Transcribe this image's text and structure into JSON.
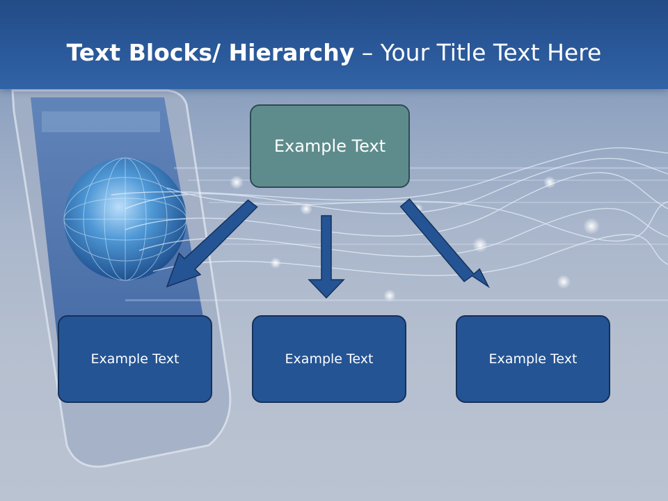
{
  "title": {
    "bold": "Text Blocks/ Hierarchy",
    "rest": " – Your Title Text Here"
  },
  "hierarchy": {
    "top": {
      "label": "Example Text"
    },
    "children": [
      {
        "label": "Example Text"
      },
      {
        "label": "Example Text"
      },
      {
        "label": "Example Text"
      }
    ]
  },
  "colors": {
    "header": "#2a5899",
    "top_box": "#5e8c8c",
    "child_box": "#245494",
    "arrow": "#245494"
  }
}
